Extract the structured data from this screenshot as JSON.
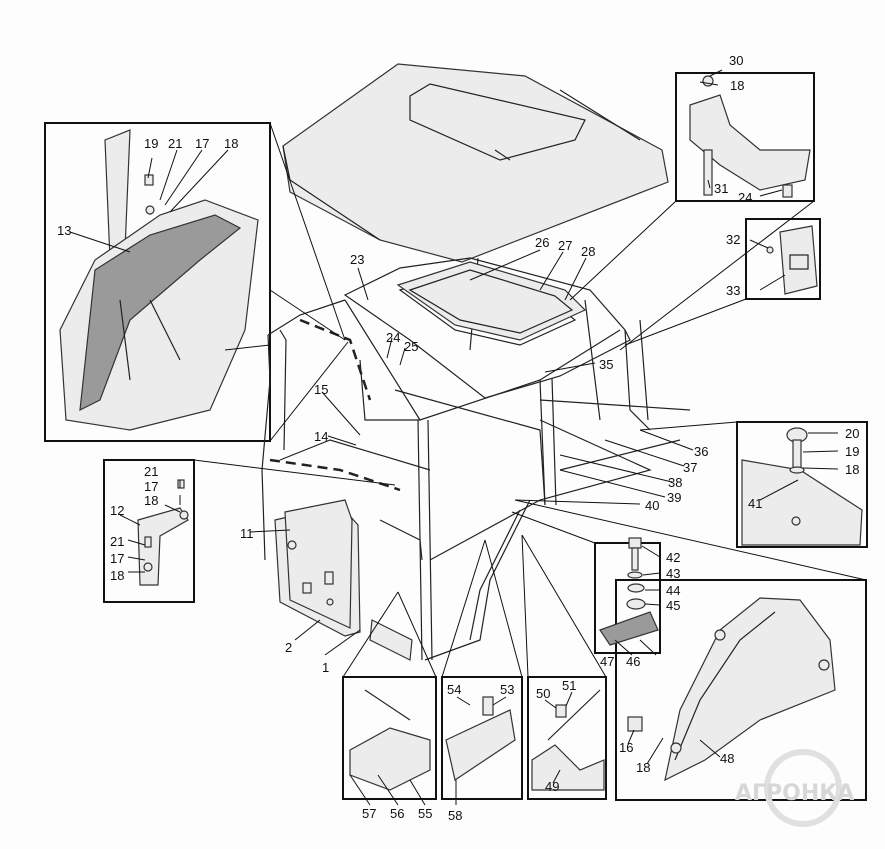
{
  "labels": [
    "1",
    "2",
    "11",
    "12",
    "13",
    "14",
    "15",
    "16",
    "17",
    "18",
    "19",
    "20",
    "21",
    "23",
    "24",
    "25",
    "26",
    "27",
    "28",
    "30",
    "31",
    "32",
    "33",
    "35",
    "36",
    "37",
    "38",
    "39",
    "40",
    "41",
    "42",
    "43",
    "44",
    "45",
    "46",
    "47",
    "48",
    "49",
    "50",
    "51",
    "53",
    "54",
    "55",
    "56",
    "57",
    "58"
  ],
  "watermark": {
    "text": "АГРОНКА",
    "brand_icon": "logo-roundel"
  },
  "colors": {
    "ink": "#111111",
    "shade": "#9a9a9a",
    "paper": "#fdfdfd"
  }
}
